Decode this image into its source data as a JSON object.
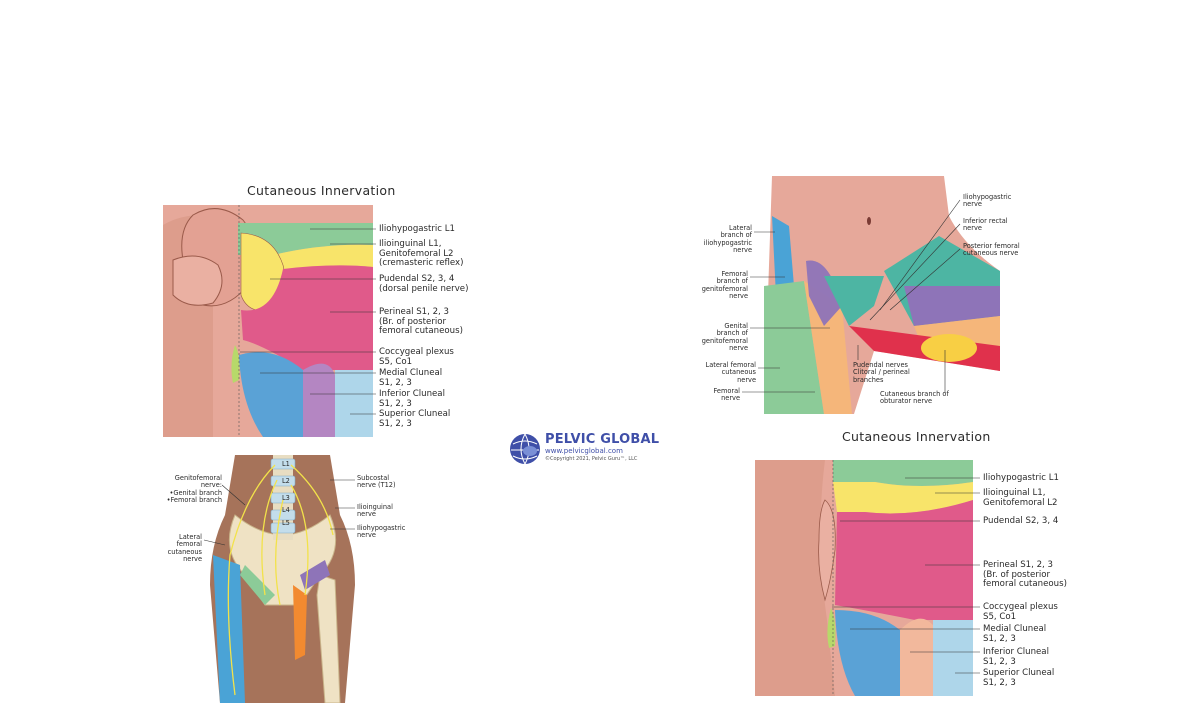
{
  "panel_male_back": {
    "title": "Cutaneous Innervation",
    "labels": [
      "Iliohypogastric L1",
      "Ilioinguinal L1,\nGenitofemoral L2\n(cremasteric reflex)",
      "Pudendal S2, 3, 4\n(dorsal penile nerve)",
      "Perineal S1, 2, 3\n(Br. of posterior\nfemoral cutaneous)",
      "Coccygeal plexus\nS5, Co1",
      "Medial Cluneal\nS1, 2, 3",
      "Inferior Cluneal\nS1, 2, 3",
      "Superior Cluneal\nS1, 2, 3"
    ]
  },
  "panel_female_front": {
    "left_labels": [
      "Lateral\nbranch of\niliohypogastric\nnerve",
      "Femoral\nbranch of\ngenitofemoral\nnerve",
      "Genital\nbranch of\ngenitofemoral\nnerve",
      "Lateral femoral\ncutaneous\nnerve",
      "Femoral\nnerve"
    ],
    "right_labels": [
      "Iliohypogastric\nnerve",
      "Inferior rectal\nnerve",
      "Posterior femoral\ncutaneous nerve"
    ],
    "bottom_labels": [
      "Pudendal nerves\nClitoral / perineal\nbranches",
      "Cutaneous branch of\nobturator nerve"
    ]
  },
  "panel_skeleton": {
    "vertebrae": [
      "L1",
      "L2",
      "L3",
      "L4",
      "L5"
    ],
    "left_labels": [
      "Genitofemoral\nnerve:\n•Genital branch\n•Femoral branch",
      "Lateral\nfemoral\ncutaneous\nnerve"
    ],
    "right_labels": [
      "Subcostal\nnerve (T12)",
      "Ilioinguinal\nnerve",
      "Iliohypogastric\nnerve"
    ]
  },
  "panel_female_back": {
    "title": "Cutaneous Innervation",
    "labels": [
      "Iliohypogastric L1",
      "Ilioinguinal L1,\nGenitofemoral L2",
      "Pudendal S2, 3, 4",
      "Perineal S1, 2, 3\n(Br. of posterior\nfemoral cutaneous)",
      "Coccygeal plexus\nS5, Co1",
      "Medial Cluneal\nS1, 2, 3",
      "Inferior Cluneal\nS1, 2, 3",
      "Superior Cluneal\nS1, 2, 3"
    ]
  },
  "logo": {
    "name": "PELVIC GLOBAL",
    "url": "www.pelvicglobal.com",
    "copyright": "©Copyright 2021, Pelvic Guru™, LLC"
  },
  "colors": {
    "skin": "#e6a89a",
    "skin_dark": "#c9836f",
    "iliohypogastric": "#8ccb98",
    "ilioinguinal": "#f8e46a",
    "pudendal": "#e05a8a",
    "perineal": "#e05a8a",
    "coccygeal": "#b7d96a",
    "medial_cluneal": "#5aa2d6",
    "inferior_cluneal": "#b486c2",
    "superior_cluneal": "#aed6ea",
    "nerve": "#f2e24a",
    "logo": "#3f4fa8"
  }
}
